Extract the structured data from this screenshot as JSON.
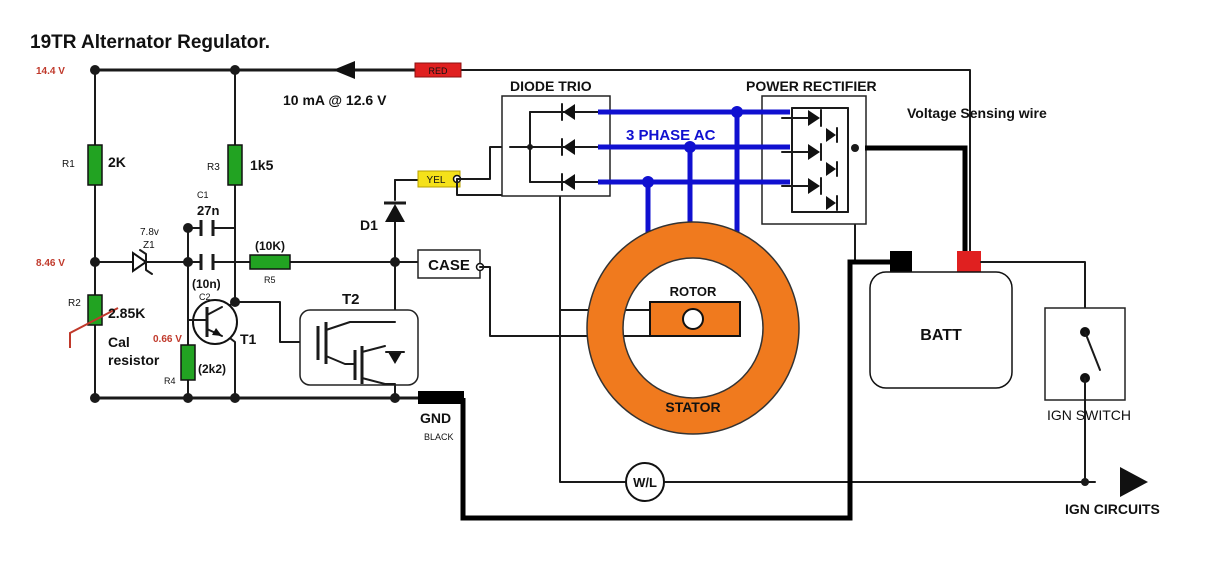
{
  "title": "19TR Alternator Regulator.",
  "voltages": {
    "top": "14.4 V",
    "mid": "8.46 V",
    "base": "0.66 V"
  },
  "current_note": "10 mA @ 12.6 V",
  "wires": {
    "red": "RED",
    "yellow": "YEL",
    "gnd": "GND",
    "black": "BLACK"
  },
  "components": {
    "r1": {
      "ref": "R1",
      "value": "2K"
    },
    "r3": {
      "ref": "R3",
      "value": "1k5"
    },
    "c1": {
      "ref": "C1",
      "value": "27n"
    },
    "z1": {
      "ref": "Z1",
      "value": "7.8v"
    },
    "r5": {
      "ref": "R5",
      "value": "(10K)"
    },
    "c2": {
      "ref": "C2",
      "value": "(10n)"
    },
    "r2": {
      "ref": "R2",
      "value": "2.85K"
    },
    "cal": {
      "line1": "Cal",
      "line2": "resistor"
    },
    "r4": {
      "ref": "R4",
      "value": "(2k2)"
    },
    "t1": "T1",
    "t2": "T2",
    "d1": "D1"
  },
  "blocks": {
    "diode_trio": "DIODE TRIO",
    "power_rectifier": "POWER RECTIFIER",
    "three_phase": "3 PHASE AC",
    "voltage_sensing": "Voltage Sensing wire",
    "case": "CASE",
    "rotor": "ROTOR",
    "stator": "STATOR",
    "batt": "BATT",
    "ign_switch": "IGN SWITCH",
    "warning_lamp": "W/L",
    "ign_circuits": "IGN CIRCUITS"
  },
  "colors": {
    "wire": "#1a1a1a",
    "phase": "#1010d0",
    "resistor": "#22a322",
    "stator": "#f07a1e",
    "red_wire": "#e02020",
    "yellow_wire": "#f5e11a",
    "voltage_text": "#c0392b"
  }
}
